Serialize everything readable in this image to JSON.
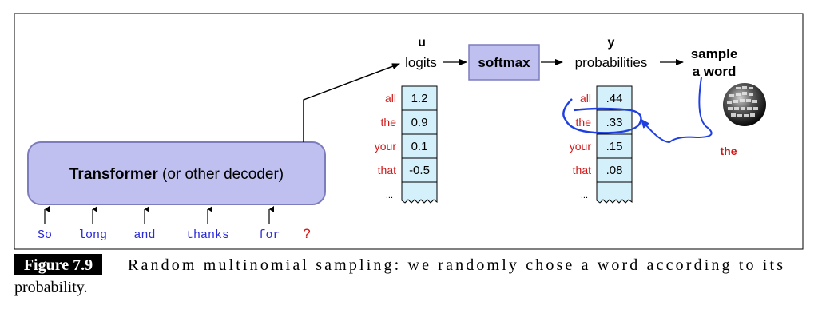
{
  "diagram": {
    "symbol_u": "u",
    "symbol_y": "y",
    "logits_label": "logits",
    "softmax_label": "softmax",
    "probabilities_label": "probabilities",
    "sample_line1": "sample",
    "sample_line2": "a word",
    "decoder_bold": "Transformer",
    "decoder_rest": " (or other decoder)",
    "input_tokens": [
      "So",
      "long",
      "and",
      "thanks",
      "for"
    ],
    "next_token": "?",
    "row_words": [
      "all",
      "the",
      "your",
      "that"
    ],
    "logit_values": [
      "1.2",
      "0.9",
      "0.1",
      "-0.5"
    ],
    "prob_values": [
      ".44",
      ".33",
      ".15",
      ".08"
    ],
    "ellipsis": "...",
    "sampled_word": "the",
    "colors": {
      "decoder_fill": "#bfbff0",
      "softmax_fill": "#bfbff0",
      "cell_fill": "#d4f1fb",
      "word_red": "#d01818",
      "token_blue": "#2a2ad8",
      "sampling_blue": "#1f3fe0"
    }
  },
  "caption": {
    "label": "Figure 7.9",
    "text": "Random multinomial sampling: we randomly chose a word according to its",
    "text2": "probability."
  }
}
